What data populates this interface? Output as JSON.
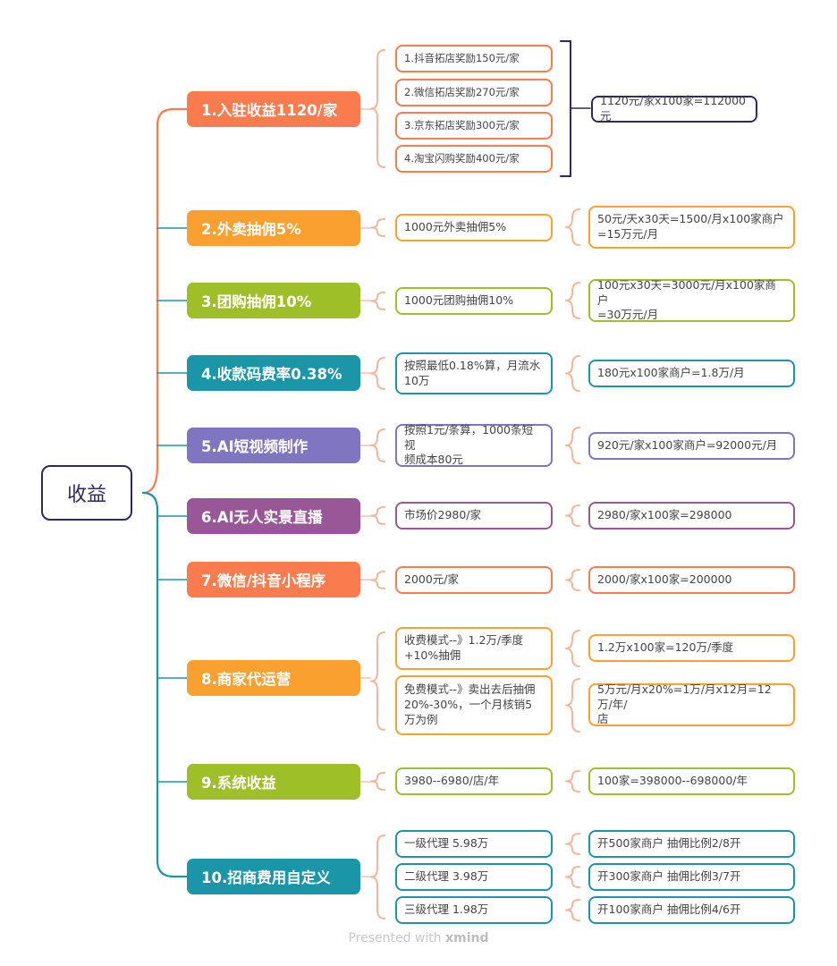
{
  "root": {
    "label": "收益"
  },
  "colors": {
    "orange": "#fa7b4d",
    "amber": "#f9a030",
    "lime": "#9fbf28",
    "teal": "#1b95a8",
    "purple": "#7f75c0",
    "violet": "#9a5797",
    "navy": "#2c2a66"
  },
  "branches": [
    {
      "label": "1.入驻收益1120/家",
      "color": "orange",
      "items": [
        "1.抖音拓店奖励150元/家",
        "2.微信拓店奖励270元/家",
        "3.京东拓店奖励300元/家",
        "4.淘宝闪购奖励400元/家"
      ],
      "result": "1120元/家x100家=112000元"
    },
    {
      "label": "2.外卖抽佣5%",
      "color": "amber",
      "items": [
        "1000元外卖抽佣5%"
      ],
      "results": [
        "50元/天x30天=1500/月x100家商户\n=15万元/月"
      ]
    },
    {
      "label": "3.团购抽佣10%",
      "color": "lime",
      "items": [
        "1000元团购抽佣10%"
      ],
      "results": [
        "100元x30天=3000元/月x100家商户\n=30万元/月"
      ]
    },
    {
      "label": "4.收款码费率0.38%",
      "color": "teal",
      "items": [
        "按照最低0.18%算，月流水\n10万"
      ],
      "results": [
        "180元x100家商户=1.8万/月"
      ]
    },
    {
      "label": "5.AI短视频制作",
      "color": "purple",
      "items": [
        "按照1元/条算，1000条短视\n频成本80元"
      ],
      "results": [
        "920元/家x100家商户=92000元/月"
      ]
    },
    {
      "label": "6.AI无人实景直播",
      "color": "violet",
      "items": [
        "市场价2980/家"
      ],
      "results": [
        "2980/家x100家=298000"
      ]
    },
    {
      "label": "7.微信/抖音小程序",
      "color": "orange",
      "items": [
        "2000元/家"
      ],
      "results": [
        "2000/家x100家=200000"
      ]
    },
    {
      "label": "8.商家代运营",
      "color": "amber",
      "items": [
        "收费模式--》1.2万/季度\n+10%抽佣",
        "免费模式--》卖出去后抽佣\n20%-30%，一个月核销5\n万为例"
      ],
      "results": [
        "1.2万x100家=120万/季度",
        "5万元/月x20%=1万/月x12月=12万/年/\n店"
      ]
    },
    {
      "label": "9.系统收益",
      "color": "lime",
      "items": [
        "3980--6980/店/年"
      ],
      "results": [
        "100家=398000--698000/年"
      ]
    },
    {
      "label": "10.招商费用自定义",
      "color": "teal",
      "items": [
        "一级代理      5.98万",
        "二级代理      3.98万",
        "三级代理      1.98万"
      ],
      "results": [
        "开500家商户        抽佣比例2/8开",
        "开300家商户        抽佣比例3/7开",
        "开100家商户        抽佣比例4/6开"
      ]
    }
  ],
  "footer": {
    "prefix": "Presented with ",
    "brand": "xmind"
  }
}
